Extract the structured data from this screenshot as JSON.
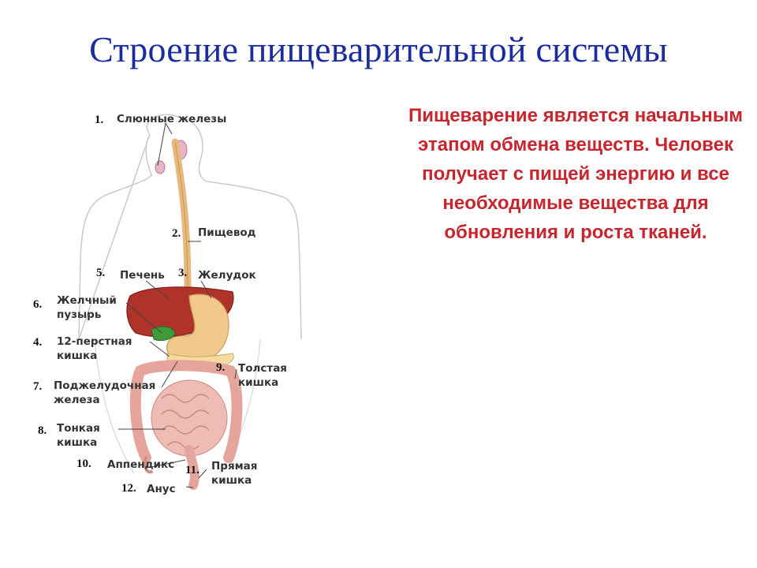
{
  "title": "Строение пищеварительной системы",
  "description": "Пищеварение является начальным этапом обмена веществ. Человек получает с пищей энергию и все необходимые вещества для обновления и роста тканей.",
  "diagram": {
    "labels": [
      {
        "id": "salivary-glands",
        "num": "1.",
        "text": "Слюнные железы"
      },
      {
        "id": "esophagus",
        "num": "2.",
        "text": "Пищевод"
      },
      {
        "id": "stomach",
        "num": "3.",
        "text": "Желудок"
      },
      {
        "id": "duodenum",
        "num": "4.",
        "text": "12-перстная\nкишка"
      },
      {
        "id": "liver",
        "num": "5.",
        "text": "Печень"
      },
      {
        "id": "gallbladder",
        "num": "6.",
        "text": "Желчный\nпузырь"
      },
      {
        "id": "pancreas",
        "num": "7.",
        "text": "Поджелудочная\nжелеза"
      },
      {
        "id": "small-intestine",
        "num": "8.",
        "text": "Тонкая\nкишка"
      },
      {
        "id": "large-intestine",
        "num": "9.",
        "text": "Толстая\nкишка"
      },
      {
        "id": "appendix",
        "num": "10.",
        "text": "Аппендикс"
      },
      {
        "id": "rectum",
        "num": "11.",
        "text": "Прямая\nкишка"
      },
      {
        "id": "anus",
        "num": "12.",
        "text": "Анус"
      }
    ]
  },
  "colors": {
    "title": "#1a2c9e",
    "body_text": "#c8262e",
    "liver": "#b0332a",
    "stomach": "#f0c98a",
    "intestine": "#e8a8a0",
    "gallbladder": "#3f9a3a"
  }
}
